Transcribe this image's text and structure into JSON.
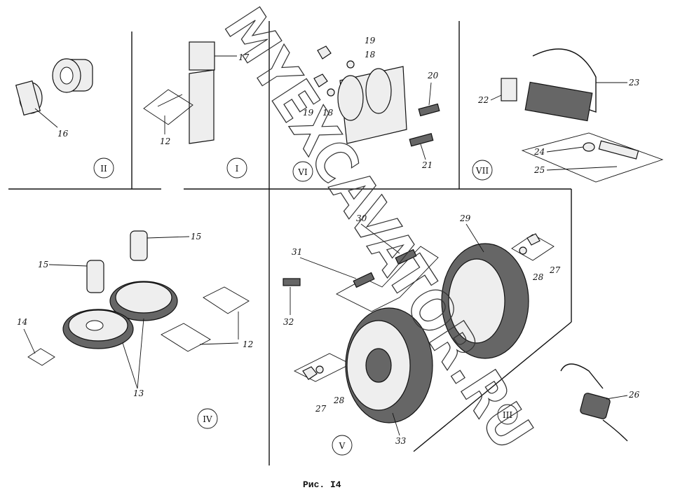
{
  "caption": "Рис. I4",
  "watermark": "MYEXCAVATOR.RU",
  "panels": {
    "II": {
      "roman": "II",
      "labels": [
        "16"
      ]
    },
    "I": {
      "roman": "I",
      "labels": [
        "17",
        "12"
      ]
    },
    "VI": {
      "roman": "VI",
      "labels": [
        "19",
        "18",
        "19",
        "18",
        "20",
        "21"
      ]
    },
    "VII": {
      "roman": "VII",
      "labels": [
        "22",
        "23",
        "24",
        "25"
      ]
    },
    "IV": {
      "roman": "IV",
      "labels": [
        "15",
        "15",
        "14",
        "12",
        "13"
      ]
    },
    "V": {
      "roman": "V",
      "labels": [
        "30",
        "31",
        "29",
        "28",
        "27",
        "32",
        "27",
        "28",
        "33"
      ]
    },
    "III": {
      "roman": "III",
      "labels": [
        "26"
      ]
    }
  }
}
